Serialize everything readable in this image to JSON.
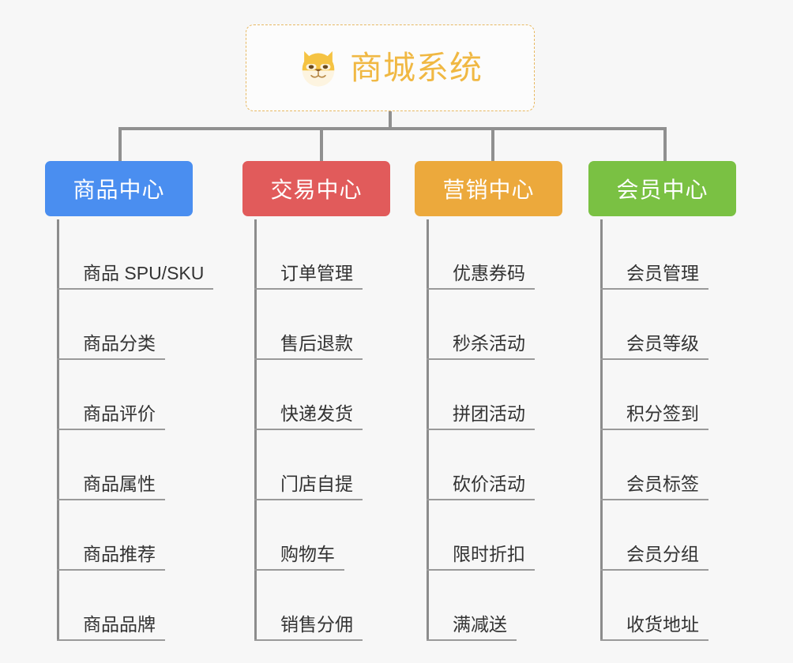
{
  "diagram": {
    "title": "商城系统",
    "root_icon": "shiba-dog-icon",
    "background_color": "#f7f7f7",
    "connector_color": "#909090",
    "root_border_color": "#e8b963",
    "root_title_color": "#f0b843",
    "branches": [
      {
        "id": "product-center",
        "label": "商品中心",
        "color": "#4a8ef0",
        "items": [
          "商品 SPU/SKU",
          "商品分类",
          "商品评价",
          "商品属性",
          "商品推荐",
          "商品品牌"
        ]
      },
      {
        "id": "trade-center",
        "label": "交易中心",
        "color": "#e15b5b",
        "items": [
          "订单管理",
          "售后退款",
          "快递发货",
          "门店自提",
          "购物车",
          "销售分佣"
        ]
      },
      {
        "id": "marketing-center",
        "label": "营销中心",
        "color": "#eca93c",
        "items": [
          "优惠券码",
          "秒杀活动",
          "拼团活动",
          "砍价活动",
          "限时折扣",
          "满减送"
        ]
      },
      {
        "id": "member-center",
        "label": "会员中心",
        "color": "#7ac143",
        "items": [
          "会员管理",
          "会员等级",
          "积分签到",
          "会员标签",
          "会员分组",
          "收货地址"
        ]
      }
    ]
  }
}
